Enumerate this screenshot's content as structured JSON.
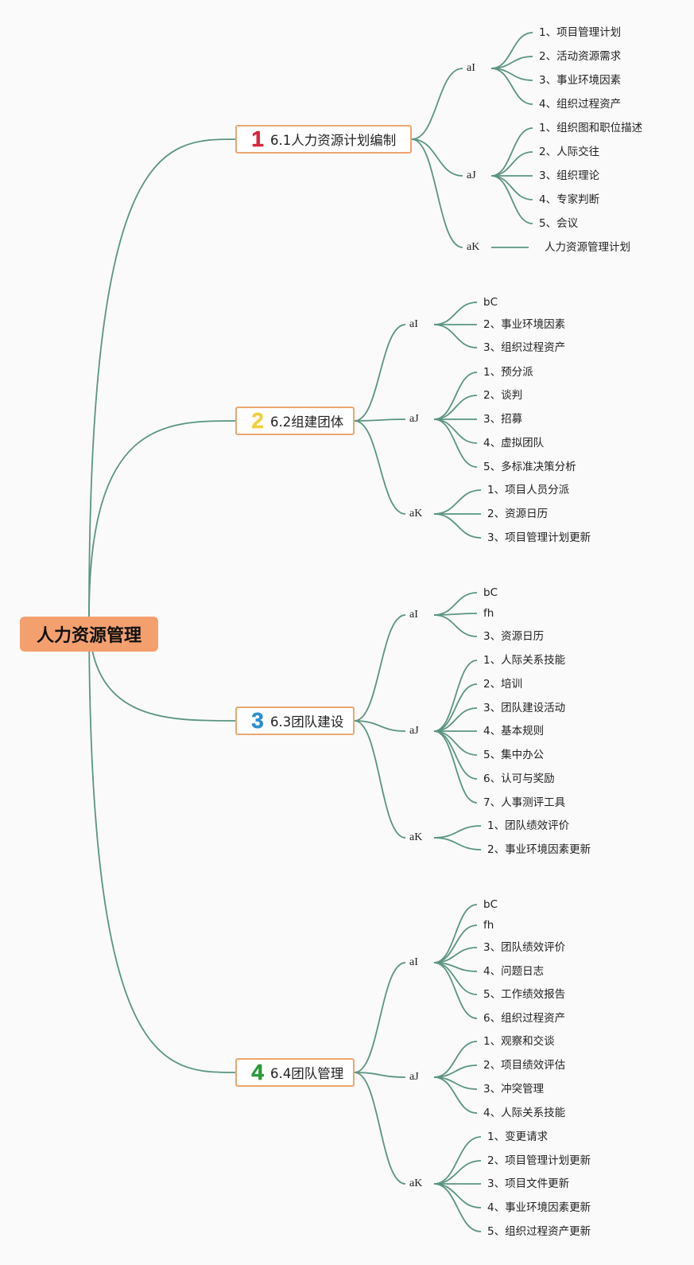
{
  "root": "人力资源管理",
  "colors": {
    "link": "#5b9580",
    "root_bg": "#f4a06e",
    "section_border": "#eda66e"
  },
  "sections": [
    {
      "num": "1",
      "num_color": "#d7263d",
      "label": "6.1人力资源计划编制",
      "groups": [
        {
          "label": "aI",
          "items": [
            "1、项目管理计划",
            "2、活动资源需求",
            "3、事业环境因素",
            "4、组织过程资产"
          ]
        },
        {
          "label": "aJ",
          "items": [
            "1、组织图和职位描述",
            "2、人际交往",
            "3、组织理论",
            "4、专家判断",
            "5、会议"
          ]
        },
        {
          "label": "aK",
          "items": [
            "人力资源管理计划"
          ]
        }
      ]
    },
    {
      "num": "2",
      "num_color": "#f2cf3f",
      "label": "6.2组建团体",
      "groups": [
        {
          "label": "aI",
          "items": [
            "bC",
            "2、事业环境因素",
            "3、组织过程资产"
          ]
        },
        {
          "label": "aJ",
          "items": [
            "1、预分派",
            "2、谈判",
            "3、招募",
            "4、虚拟团队",
            "5、多标准决策分析"
          ]
        },
        {
          "label": "aK",
          "items": [
            "1、项目人员分派",
            "2、资源日历",
            "3、项目管理计划更新"
          ]
        }
      ]
    },
    {
      "num": "3",
      "num_color": "#2b8fd0",
      "label": "6.3团队建设",
      "groups": [
        {
          "label": "aI",
          "items": [
            "bC",
            "fh",
            "3、资源日历"
          ]
        },
        {
          "label": "aJ",
          "items": [
            "1、人际关系技能",
            "2、培训",
            "3、团队建设活动",
            "4、基本规则",
            "5、集中办公",
            "6、认可与奖励",
            "7、人事测评工具"
          ]
        },
        {
          "label": "aK",
          "items": [
            "1、团队绩效评价",
            "2、事业环境因素更新"
          ]
        }
      ]
    },
    {
      "num": "4",
      "num_color": "#2a9a3a",
      "label": "6.4团队管理",
      "groups": [
        {
          "label": "aI",
          "items": [
            "bC",
            "fh",
            "3、团队绩效评价",
            "4、问题日志",
            "5、工作绩效报告",
            "6、组织过程资产"
          ]
        },
        {
          "label": "aJ",
          "items": [
            "1、观察和交谈",
            "2、项目绩效评估",
            "3、冲突管理",
            "4、人际关系技能"
          ]
        },
        {
          "label": "aK",
          "items": [
            "1、变更请求",
            "2、项目管理计划更新",
            "3、项目文件更新",
            "4、事业环境因素更新",
            "5、组织过程资产更新"
          ]
        }
      ]
    }
  ]
}
